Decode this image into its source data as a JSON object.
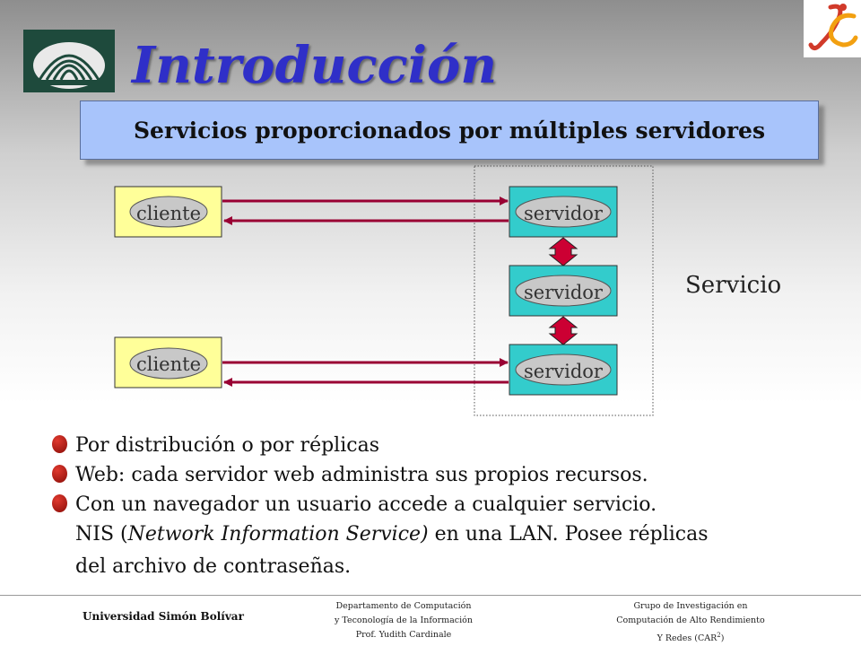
{
  "title": "Introducción",
  "subtitle": "Servicios proporcionados por múltiples servidores",
  "diagram": {
    "clients": [
      "cliente",
      "cliente"
    ],
    "servers": [
      "servidor",
      "servidor",
      "servidor"
    ],
    "group_label": "Servicio"
  },
  "bullets": [
    {
      "text": "Por distribución o por réplicas"
    },
    {
      "text": "Web: cada servidor web administra sus propios recursos."
    },
    {
      "text": "Con un navegador un usuario accede a cualquier servicio."
    }
  ],
  "extra": {
    "line1_pre": "NIS (",
    "line1_italic": "Network Information Service)",
    "line1_post": " en una LAN. Posee réplicas",
    "line2": "del archivo de contraseñas."
  },
  "footer": {
    "left": "Universidad Simón Bolívar",
    "mid": [
      "Departamento de Computación",
      "y Teconología de la Información",
      "Prof. Yudith Cardinale"
    ],
    "right": [
      "Grupo de Investigación en",
      "Computación de Alto Rendimiento",
      "Y Redes (CAR"
    ],
    "right_sup": "2",
    "right_end": ")"
  },
  "colors": {
    "title": "#2f2fc8",
    "subtitle_bg": "#a8c4fb",
    "client_box": "#ffff99",
    "server_box": "#33cccc",
    "arrow": "#990033",
    "bullet": "#b01010"
  }
}
